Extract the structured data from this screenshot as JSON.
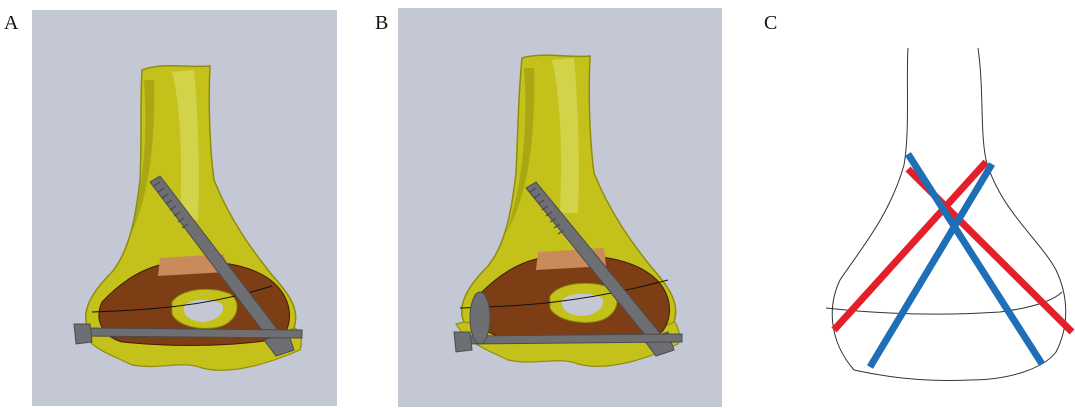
{
  "panels": [
    {
      "label": "A"
    },
    {
      "label": "B"
    },
    {
      "label": "C"
    }
  ],
  "colors": {
    "background_render": "#c3c8d4",
    "bone": "#c4c21a",
    "bone_shadow": "#8f8c10",
    "bone_highlight": "#dedd6a",
    "cut_surface": "#7d3e16",
    "cartilage": "#c98a5c",
    "screw": "#6e6f72",
    "red_line": "#e3202a",
    "blue_line": "#1f6fb6",
    "outline": "#333333"
  }
}
